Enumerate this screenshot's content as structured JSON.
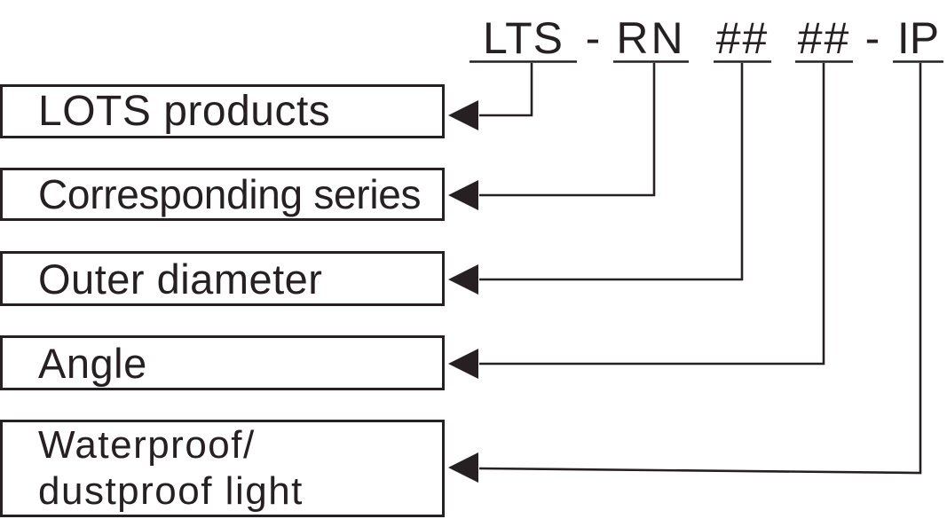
{
  "page": {
    "background_color": "#ffffff",
    "ink_color": "#262022"
  },
  "code": {
    "full_text": "LTS - RN ## ## - IP",
    "segments": [
      {
        "id": "product-prefix",
        "text": "LTS"
      },
      {
        "id": "separator-1",
        "text": "-"
      },
      {
        "id": "series-code",
        "text": "RN"
      },
      {
        "id": "diameter-placeholder",
        "text": "##"
      },
      {
        "id": "angle-placeholder",
        "text": "##"
      },
      {
        "id": "separator-2",
        "text": "-"
      },
      {
        "id": "ip-suffix",
        "text": "IP"
      }
    ]
  },
  "legend_boxes": [
    {
      "label": "LOTS products"
    },
    {
      "label": "Corresponding series"
    },
    {
      "label": "Outer diameter"
    },
    {
      "label": "Angle"
    },
    {
      "label": "Waterproof/\ndustproof light"
    }
  ]
}
